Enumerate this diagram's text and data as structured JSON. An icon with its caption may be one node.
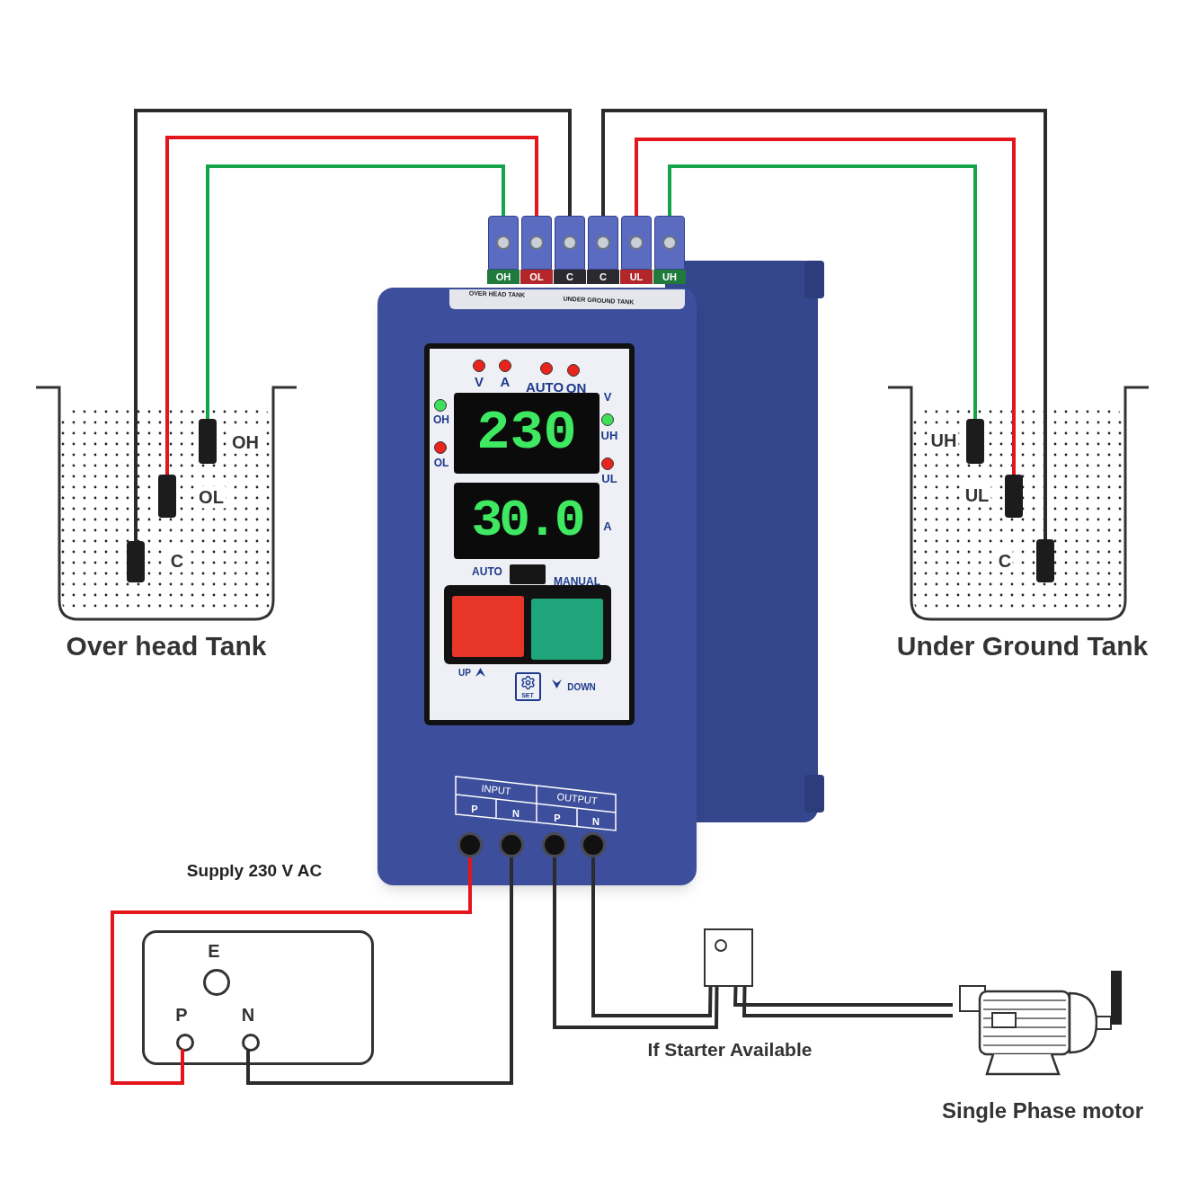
{
  "diagram": {
    "nodes": [
      {
        "text": [
          "Over head Tank"
        ]
      },
      {
        "text": [],
        "shape": "bar",
        "in": 0,
        "beside": [
          "OH"
        ]
      },
      {
        "text": [],
        "shape": "bar",
        "in": 0,
        "beside": [
          "OL"
        ]
      },
      {
        "text": [],
        "shape": "bar",
        "in": 0,
        "beside": [
          "C"
        ]
      },
      {
        "text": [
          "Under Ground Tank"
        ]
      },
      {
        "text": [],
        "shape": "bar",
        "in": 4,
        "beside": [
          "UH"
        ]
      },
      {
        "text": [],
        "shape": "bar",
        "in": 4,
        "beside": [
          "UL"
        ]
      },
      {
        "text": [],
        "shape": "bar",
        "in": 4,
        "beside": [
          "C"
        ]
      },
      {
        "text": [],
        "shape": "box"
      },
      {
        "text": [
          "OH"
        ]
      },
      {
        "text": [
          "OL"
        ]
      },
      {
        "text": [
          "C"
        ]
      },
      {
        "text": [
          "C"
        ]
      },
      {
        "text": [
          "UL"
        ]
      },
      {
        "text": [
          "UH"
        ]
      },
      {
        "text": [],
        "shape": "circle",
        "in": 8
      },
      {
        "text": [],
        "shape": "circle",
        "in": 8
      },
      {
        "text": [],
        "shape": "circle",
        "in": 8
      },
      {
        "text": [],
        "shape": "circle",
        "in": 8
      },
      {
        "text": [],
        "shape": "box"
      },
      {
        "text": [],
        "shape": "circle",
        "in": 19,
        "beside": [
          "E"
        ]
      },
      {
        "text": [],
        "shape": "circle",
        "in": 19,
        "beside": [
          "P"
        ]
      },
      {
        "text": [],
        "shape": "circle",
        "in": 19,
        "beside": [
          "N"
        ]
      },
      {
        "text": [],
        "shape": "box",
        "beside": [
          "If Starter Available"
        ]
      },
      {
        "text": [],
        "shape": "picture",
        "beside": [
          "Single Phase motor"
        ]
      }
    ],
    "edges": [
      {
        "from": 9,
        "to": 1,
        "arrow": "none",
        "color": "#13a54a"
      },
      {
        "from": 10,
        "to": 2,
        "arrow": "none",
        "color": "#e3161c"
      },
      {
        "from": 11,
        "to": 3,
        "arrow": "none"
      },
      {
        "from": 12,
        "to": 7,
        "arrow": "none"
      },
      {
        "from": 13,
        "to": 6,
        "arrow": "none",
        "color": "#e3161c"
      },
      {
        "from": 14,
        "to": 5,
        "arrow": "none",
        "color": "#13a54a"
      },
      {
        "from": 15,
        "to": 21,
        "arrow": "none",
        "color": "#e3161c"
      },
      {
        "from": 16,
        "to": 22,
        "arrow": "none"
      },
      {
        "from": 17,
        "to": 23,
        "arrow": "none"
      },
      {
        "from": 18,
        "to": 23,
        "arrow": "none"
      },
      {
        "from": 23,
        "to": 24,
        "arrow": "none"
      },
      {
        "from": 23,
        "to": 24,
        "arrow": "none"
      }
    ],
    "labels": [
      "OVER HEAD TANK",
      "UNDER GROUND TANK",
      "V",
      "A",
      "AUTO",
      "ON",
      "V",
      "OH",
      "UH",
      "OL",
      "UL",
      "230",
      "30.0",
      "A",
      "AUTO",
      "MANUAL",
      "UP",
      "SET",
      "DOWN",
      "INPUT",
      "OUTPUT",
      "P",
      "N",
      "P",
      "N",
      "Supply 230 V AC"
    ]
  }
}
